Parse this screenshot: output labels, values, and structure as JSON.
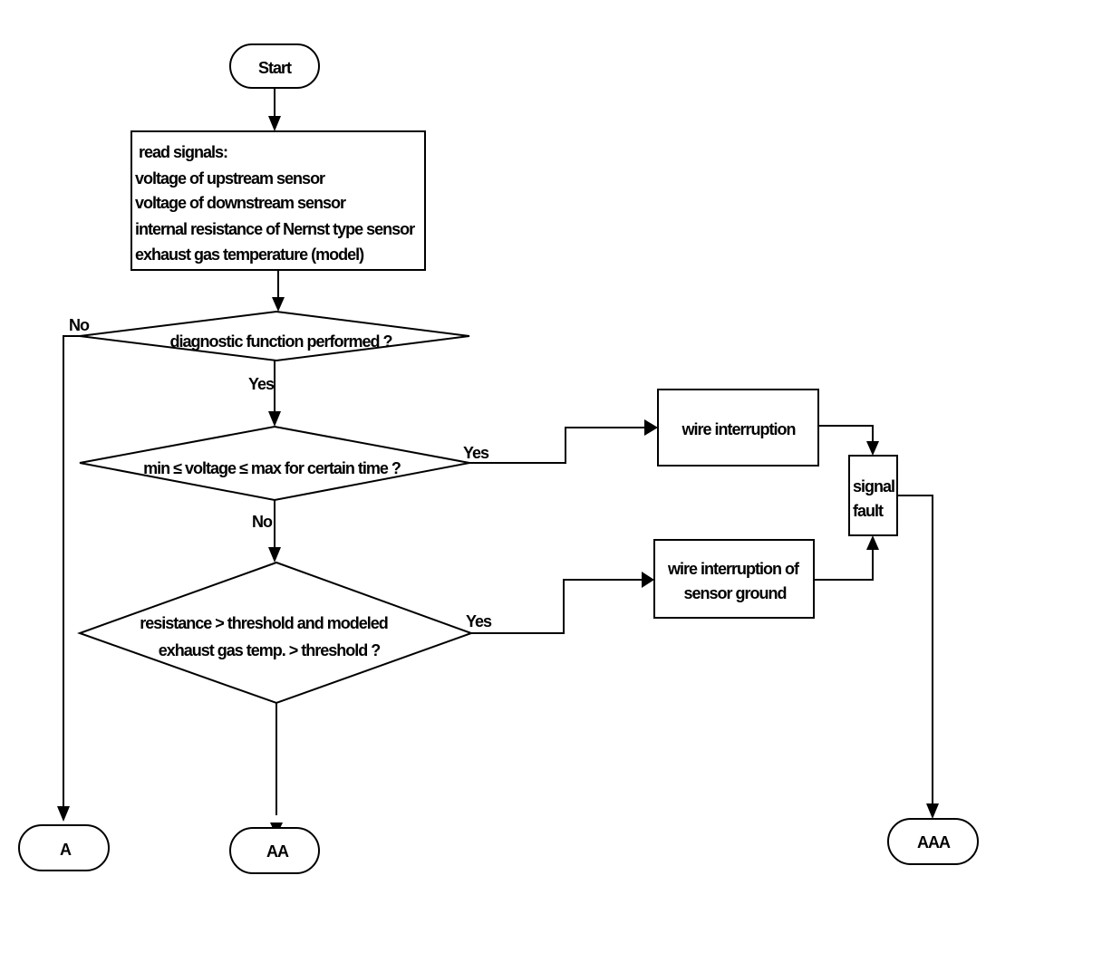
{
  "nodes": {
    "start": "Start",
    "read_signals": [
      "read signals:",
      "voltage of upstream sensor",
      "voltage of downstream sensor",
      "internal resistance of Nernst type sensor",
      "exhaust gas temperature (model)"
    ],
    "decision_performed": "diagnostic function performed ?",
    "decision_voltage": "min ≤ voltage ≤ max for certain time ?",
    "decision_resistance": [
      "resistance > threshold and modeled",
      "exhaust gas temp. > threshold ?"
    ],
    "wire_interruption": "wire interruption",
    "wire_interruption_ground": [
      "wire interruption of",
      "sensor ground"
    ],
    "signal_fault": [
      "signal",
      "fault"
    ],
    "terminal_a": "A",
    "terminal_aa": "AA",
    "terminal_aaa": "AAA"
  },
  "edges": {
    "performed_no": "No",
    "performed_yes": "Yes",
    "voltage_yes": "Yes",
    "voltage_no": "No",
    "resistance_yes": "Yes"
  }
}
